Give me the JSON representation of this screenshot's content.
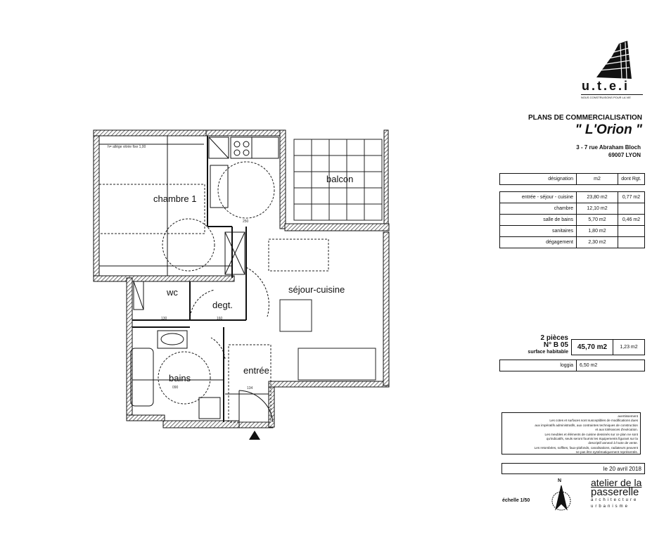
{
  "logo": {
    "name": "u.t.e.i",
    "tagline": "NOUS CONSTRUISONS POUR LA VIE"
  },
  "header": {
    "title": "PLANS DE COMMERCIALISATION",
    "project": "\" L'Orion \"",
    "address_line1": "3 - 7 rue Abraham Bloch",
    "address_line2": "69007 LYON"
  },
  "areas_table": {
    "headers": [
      "désignation",
      "m2",
      "dont Rgt."
    ],
    "rows": [
      {
        "designation": "entrée - séjour - cuisine",
        "m2": "23,80 m2",
        "rgt": "0,77 m2"
      },
      {
        "designation": "chambre",
        "m2": "12,10 m2",
        "rgt": ""
      },
      {
        "designation": "salle de bains",
        "m2": "5,70 m2",
        "rgt": "0,46 m2"
      },
      {
        "designation": "sanitaires",
        "m2": "1,80 m2",
        "rgt": ""
      },
      {
        "designation": "dégagement",
        "m2": "2,30 m2",
        "rgt": ""
      }
    ]
  },
  "summary": {
    "pieces": "2 pièces",
    "lot": "N° B 05",
    "surface_label": "surface habitable",
    "surface_value": "45,70 m2",
    "surface_rgt": "1,23 m2",
    "loggia_label": "loggia",
    "loggia_value": "6,50 m2"
  },
  "notice": {
    "title": "avertissement",
    "lines": [
      "Les cotes et surfaces sont susceptibles de modifications dues",
      "aux impératifs administratifs, aux contraintes techniques de construction",
      "et aux tolérances d'exécution.",
      "Les meubles et éléments de cuisine dessinés sur ce plan ne sont",
      "qu'indicatifs, seuls seront fournis les équipements figurant sur la",
      "descriptif annexé à l'acte de vente.",
      "Les retombées, soffites, faux-plafonds, canalisations, radiateurs peuvent",
      "ne pas être systématiquement représentés."
    ]
  },
  "date": "le 20 avril 2018",
  "scale": "échelle 1/50",
  "north": "N",
  "architect": {
    "line1": "atelier de la",
    "line2": "passerelle",
    "line3": "architecture",
    "line4": "urbanisme"
  },
  "plan": {
    "rooms": {
      "chambre": "chambre 1",
      "balcon": "balcon",
      "wc": "wc",
      "degt": "degt.",
      "sejour": "séjour-cuisine",
      "bains": "bains",
      "entree": "entrée"
    },
    "annotations": {
      "allege": "h= allège vitrée fixe 1,00",
      "dim1": "130",
      "dim2": "160",
      "dim3": "134",
      "dim4": "090",
      "dim5": "250"
    }
  }
}
